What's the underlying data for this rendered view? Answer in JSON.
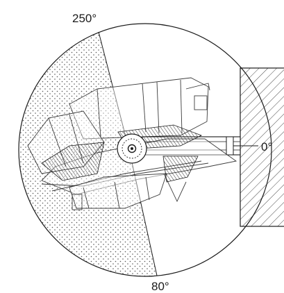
{
  "diagram": {
    "angle_labels": {
      "top": "250°",
      "bottom": "80°",
      "right": "0°"
    },
    "colors": {
      "line": "#1a1a1a",
      "dot": "#555555",
      "background": "#ffffff"
    }
  }
}
